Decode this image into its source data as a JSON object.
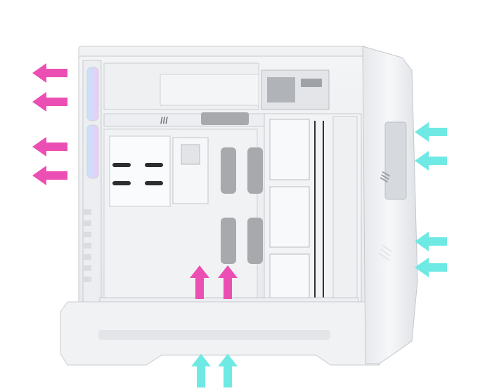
{
  "scene": {
    "subject": "white-pc-case-side-view",
    "colors": {
      "exhaust": "#ec4fb3",
      "intake": "#6fe9e4",
      "case": "#f4f5f7",
      "panel": "#e9ebee",
      "grey_grommet": "#a7a9ad",
      "shadow": "#cfd2d6"
    },
    "arrows": {
      "exhaust_left_count": 4,
      "exhaust_psu_shroud_count": 2,
      "intake_right_count": 4,
      "intake_bottom_count": 2
    },
    "icons": {
      "front_panel_logo": "triple-slash-logo-icon",
      "top_logo": "triple-slash-logo-icon"
    }
  }
}
